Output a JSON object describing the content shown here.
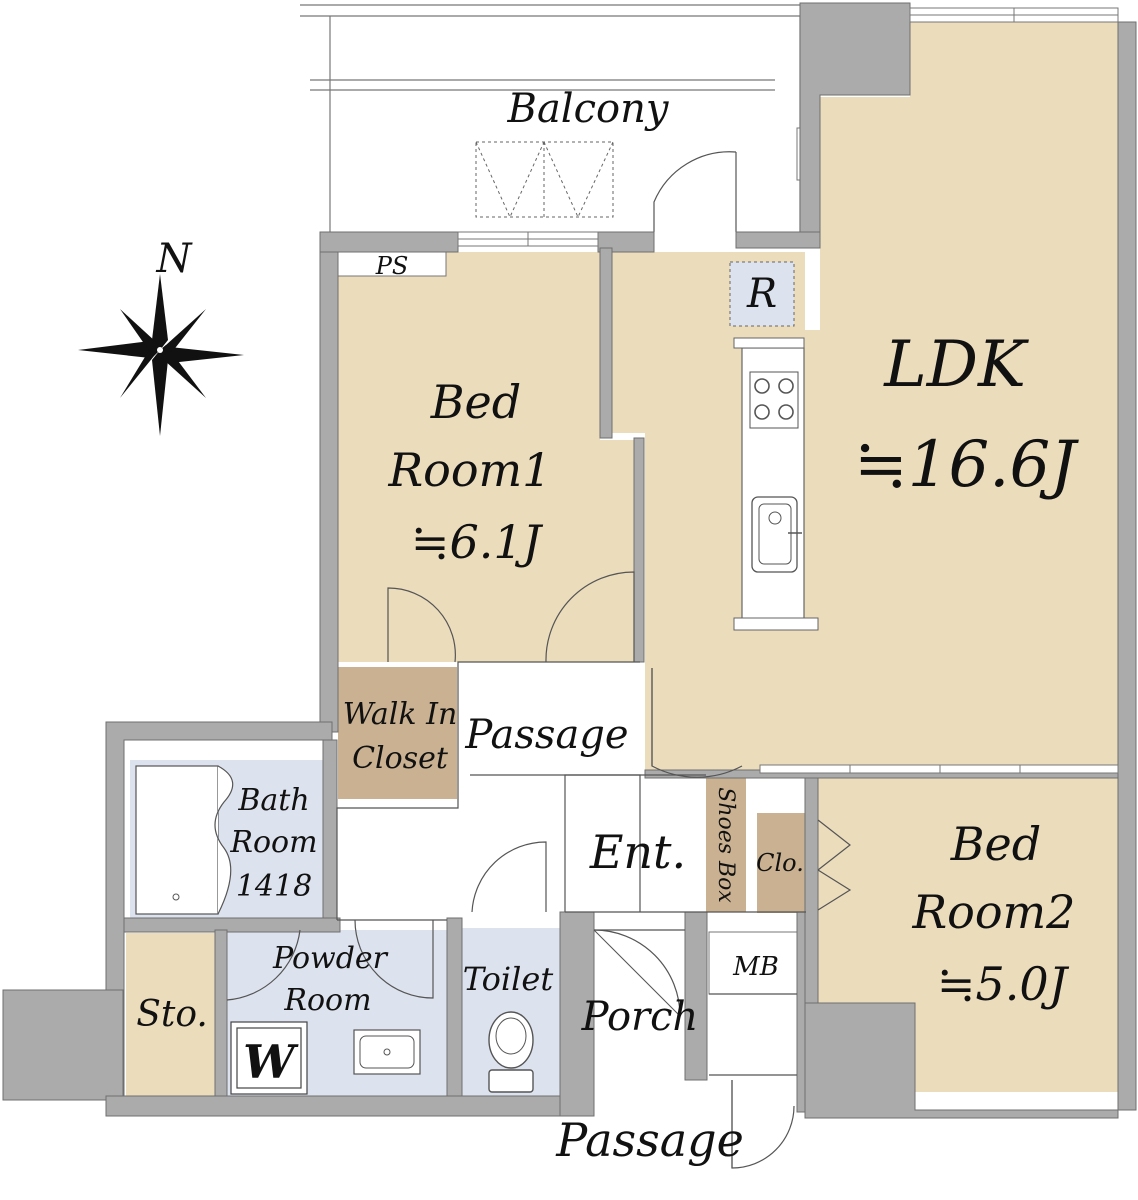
{
  "compass": {
    "label": "N"
  },
  "rooms": {
    "balcony": "Balcony",
    "ps": "PS",
    "refrigerator": "R",
    "ldk": {
      "name": "LDK",
      "size": "≒16.6J"
    },
    "bedroom1": {
      "line1": "Bed",
      "line2": "Room1",
      "size": "≒6.1J"
    },
    "bedroom2": {
      "line1": "Bed",
      "line2": "Room2",
      "size": "≒5.0J"
    },
    "walk_in_closet": {
      "line1": "Walk In",
      "line2": "Closet"
    },
    "passage_inner": "Passage",
    "entrance": "Ent.",
    "shoes_box": "Shoes Box",
    "closet": "Clo.",
    "bathroom": {
      "line1": "Bath",
      "line2": "Room",
      "line3": "1418"
    },
    "powder_room": {
      "line1": "Powder",
      "line2": "Room"
    },
    "washer": "W",
    "toilet": "Toilet",
    "storage": "Sto.",
    "porch": "Porch",
    "meter_box": "MB",
    "passage_outer": "Passage"
  },
  "colors": {
    "room_fill": "#ebdcbc",
    "wet_area_fill": "#dde3ee",
    "closet_fill": "#c9b191",
    "wall": "#ababab"
  }
}
